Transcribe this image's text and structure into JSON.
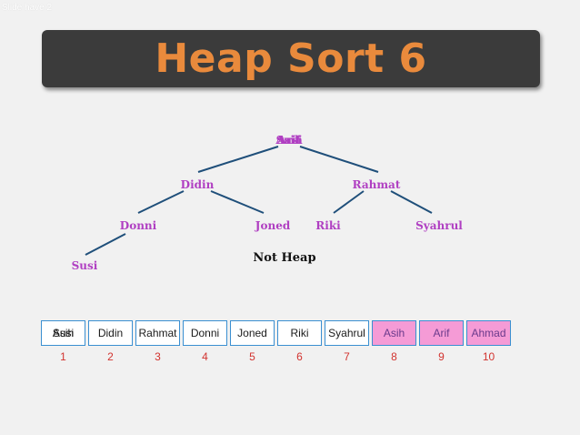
{
  "slide": {
    "number_label": "Slide have 2"
  },
  "title": "Heap Sort 6",
  "status": "Not Heap",
  "tree": {
    "root_labels": [
      "Susi",
      "Arif",
      "Asih"
    ],
    "nodes": [
      "Didin",
      "Rahmat",
      "Donni",
      "Joned",
      "Riki",
      "Syahrul",
      "Susi"
    ]
  },
  "array": {
    "cells": [
      {
        "values": [
          "Susi",
          "Asih"
        ],
        "sorted": false
      },
      {
        "values": [
          "Didin"
        ],
        "sorted": false
      },
      {
        "values": [
          "Rahmat"
        ],
        "sorted": false
      },
      {
        "values": [
          "Donni"
        ],
        "sorted": false
      },
      {
        "values": [
          "Joned"
        ],
        "sorted": false
      },
      {
        "values": [
          "Riki"
        ],
        "sorted": false
      },
      {
        "values": [
          "Syahrul"
        ],
        "sorted": false
      },
      {
        "values": [
          "Asih"
        ],
        "sorted": true
      },
      {
        "values": [
          "Arif"
        ],
        "sorted": true
      },
      {
        "values": [
          "Ahmad"
        ],
        "sorted": true
      }
    ],
    "indices": [
      "1",
      "2",
      "3",
      "4",
      "5",
      "6",
      "7",
      "8",
      "9",
      "10"
    ]
  },
  "colors": {
    "title_bg": "#3b3b3b",
    "title_text": "#e98a3c",
    "node_text": "#b03fc2",
    "sorted_cell": "#f59bd6",
    "cell_border": "#3a8fd1",
    "index_text": "#d2332f"
  }
}
